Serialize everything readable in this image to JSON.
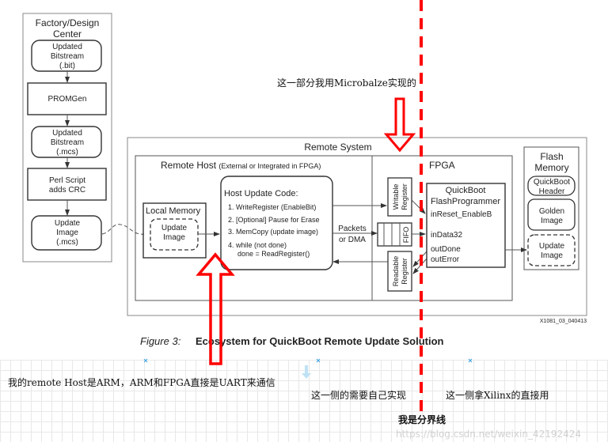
{
  "factory": {
    "title_line1": "Factory/Design",
    "title_line2": "Center",
    "bit": [
      "Updated",
      "Bitstream",
      "(.bit)"
    ],
    "promgen": "PROMGen",
    "mcs": [
      "Updated",
      "Bitstream",
      "(.mcs)"
    ],
    "perl": [
      "Perl Script",
      "adds CRC"
    ],
    "update": [
      "Update",
      "Image",
      "(.mcs)"
    ]
  },
  "remote_system": {
    "title": "Remote System",
    "host_title": "Remote Host",
    "host_subtitle": "(External or Integrated in FPGA)",
    "local_memory": "Local Memory",
    "local_update": [
      "Update",
      "Image"
    ],
    "code_title": "Host Update Code:",
    "code_steps": [
      "1.  WriteRegister (EnableBit)",
      "2.  [Optional] Pause for Erase",
      "3.  MemCopy (update image)",
      "4.  while (not done)",
      "done = ReadRegister()"
    ],
    "packets": [
      "Packets",
      "or DMA"
    ],
    "fpga_title": "FPGA",
    "writable": [
      "Writable",
      "Register"
    ],
    "fifo": "FIFO",
    "readable": [
      "Readable",
      "Register"
    ],
    "programmer": [
      "QuickBoot",
      "FlashProgrammer"
    ],
    "ports": [
      "inReset_EnableB",
      "inData32",
      "outDone",
      "outError"
    ],
    "flash_title": [
      "Flash",
      "Memory"
    ],
    "flash_header": [
      "QuickBoot",
      "Header"
    ],
    "flash_golden": [
      "Golden",
      "Image"
    ],
    "flash_update": [
      "Update",
      "Image"
    ],
    "figure_id": "X1081_03_040413"
  },
  "caption": {
    "label": "Figure 3:",
    "text": "Ecosystem for QuickBoot Remote Update Solution"
  },
  "annotations": {
    "microblaze": "这一部分我用Microbalze实现的",
    "arm": "我的remote Host是ARM，ARM和FPGA直接是UART来通信",
    "self_side": "这一侧的需要自己实现",
    "xilinx_side": "这一侧拿Xilinx的直接用",
    "divider": "我是分界线",
    "watermark": "https://blog.csdn.net/weixin_42192424"
  },
  "colors": {
    "annotation_red": "#ff0000",
    "grid": "#e8e8e8",
    "marker_blue": "#3aa0e0"
  }
}
